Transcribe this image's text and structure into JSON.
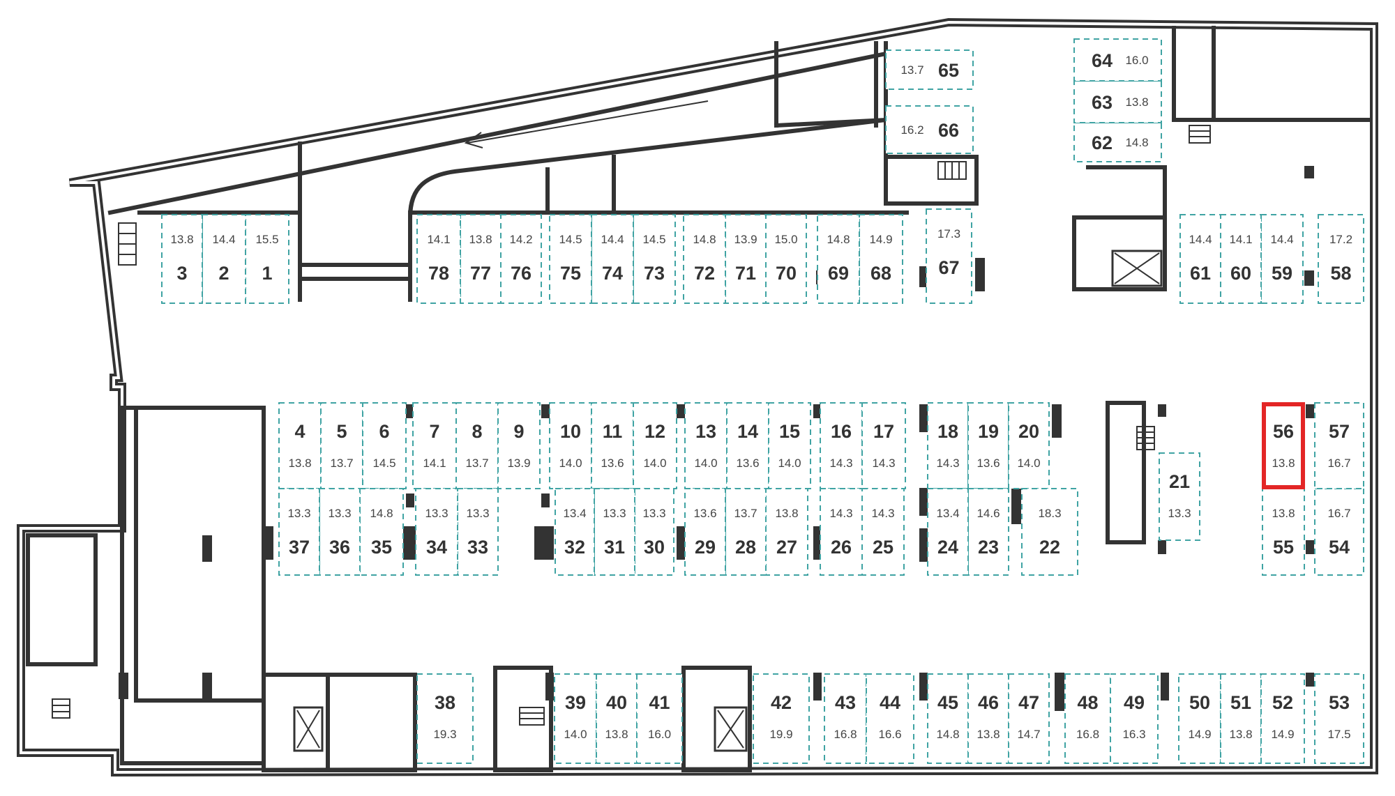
{
  "highlighted_spot": "56",
  "colors": {
    "walls": "#333333",
    "spot_outline": "#3fa3a3",
    "highlight": "#e32626",
    "background": "#ffffff"
  },
  "icons": [
    "stairs-icon",
    "elevator-icon",
    "direction-arrow-icon"
  ],
  "spots": [
    {
      "id": "1",
      "area": "15.5"
    },
    {
      "id": "2",
      "area": "14.4"
    },
    {
      "id": "3",
      "area": "13.8"
    },
    {
      "id": "4",
      "area": "13.8"
    },
    {
      "id": "5",
      "area": "13.7"
    },
    {
      "id": "6",
      "area": "14.5"
    },
    {
      "id": "7",
      "area": "14.1"
    },
    {
      "id": "8",
      "area": "13.7"
    },
    {
      "id": "9",
      "area": "13.9"
    },
    {
      "id": "10",
      "area": "14.0"
    },
    {
      "id": "11",
      "area": "13.6"
    },
    {
      "id": "12",
      "area": "14.0"
    },
    {
      "id": "13",
      "area": "14.0"
    },
    {
      "id": "14",
      "area": "13.6"
    },
    {
      "id": "15",
      "area": "14.0"
    },
    {
      "id": "16",
      "area": "14.3"
    },
    {
      "id": "17",
      "area": "14.3"
    },
    {
      "id": "18",
      "area": "14.3"
    },
    {
      "id": "19",
      "area": "13.6"
    },
    {
      "id": "20",
      "area": "14.0"
    },
    {
      "id": "21",
      "area": "13.3"
    },
    {
      "id": "22",
      "area": "18.3"
    },
    {
      "id": "23",
      "area": "14.6"
    },
    {
      "id": "24",
      "area": "13.4"
    },
    {
      "id": "25",
      "area": "14.3"
    },
    {
      "id": "26",
      "area": "14.3"
    },
    {
      "id": "27",
      "area": "13.8"
    },
    {
      "id": "28",
      "area": "13.7"
    },
    {
      "id": "29",
      "area": "13.6"
    },
    {
      "id": "30",
      "area": "13.3"
    },
    {
      "id": "31",
      "area": "13.3"
    },
    {
      "id": "32",
      "area": "13.4"
    },
    {
      "id": "33",
      "area": "13.3"
    },
    {
      "id": "34",
      "area": "13.3"
    },
    {
      "id": "35",
      "area": "14.8"
    },
    {
      "id": "36",
      "area": "13.3"
    },
    {
      "id": "37",
      "area": "13.3"
    },
    {
      "id": "38",
      "area": "19.3"
    },
    {
      "id": "39",
      "area": "14.0"
    },
    {
      "id": "40",
      "area": "13.8"
    },
    {
      "id": "41",
      "area": "16.0"
    },
    {
      "id": "42",
      "area": "19.9"
    },
    {
      "id": "43",
      "area": "16.8"
    },
    {
      "id": "44",
      "area": "16.6"
    },
    {
      "id": "45",
      "area": "14.8"
    },
    {
      "id": "46",
      "area": "13.8"
    },
    {
      "id": "47",
      "area": "14.7"
    },
    {
      "id": "48",
      "area": "16.8"
    },
    {
      "id": "49",
      "area": "16.3"
    },
    {
      "id": "50",
      "area": "14.9"
    },
    {
      "id": "51",
      "area": "13.8"
    },
    {
      "id": "52",
      "area": "14.9"
    },
    {
      "id": "53",
      "area": "17.5"
    },
    {
      "id": "54",
      "area": "16.7"
    },
    {
      "id": "55",
      "area": "13.8"
    },
    {
      "id": "56",
      "area": "13.8"
    },
    {
      "id": "57",
      "area": "16.7"
    },
    {
      "id": "58",
      "area": "17.2"
    },
    {
      "id": "59",
      "area": "14.4"
    },
    {
      "id": "60",
      "area": "14.1"
    },
    {
      "id": "61",
      "area": "14.4"
    },
    {
      "id": "62",
      "area": "14.8"
    },
    {
      "id": "63",
      "area": "13.8"
    },
    {
      "id": "64",
      "area": "16.0"
    },
    {
      "id": "65",
      "area": "13.7"
    },
    {
      "id": "66",
      "area": "16.2"
    },
    {
      "id": "67",
      "area": "17.3"
    },
    {
      "id": "68",
      "area": "14.9"
    },
    {
      "id": "69",
      "area": "14.8"
    },
    {
      "id": "70",
      "area": "15.0"
    },
    {
      "id": "71",
      "area": "13.9"
    },
    {
      "id": "72",
      "area": "14.8"
    },
    {
      "id": "73",
      "area": "14.5"
    },
    {
      "id": "74",
      "area": "14.4"
    },
    {
      "id": "75",
      "area": "14.5"
    },
    {
      "id": "76",
      "area": "14.2"
    },
    {
      "id": "77",
      "area": "13.8"
    },
    {
      "id": "78",
      "area": "14.1"
    }
  ]
}
